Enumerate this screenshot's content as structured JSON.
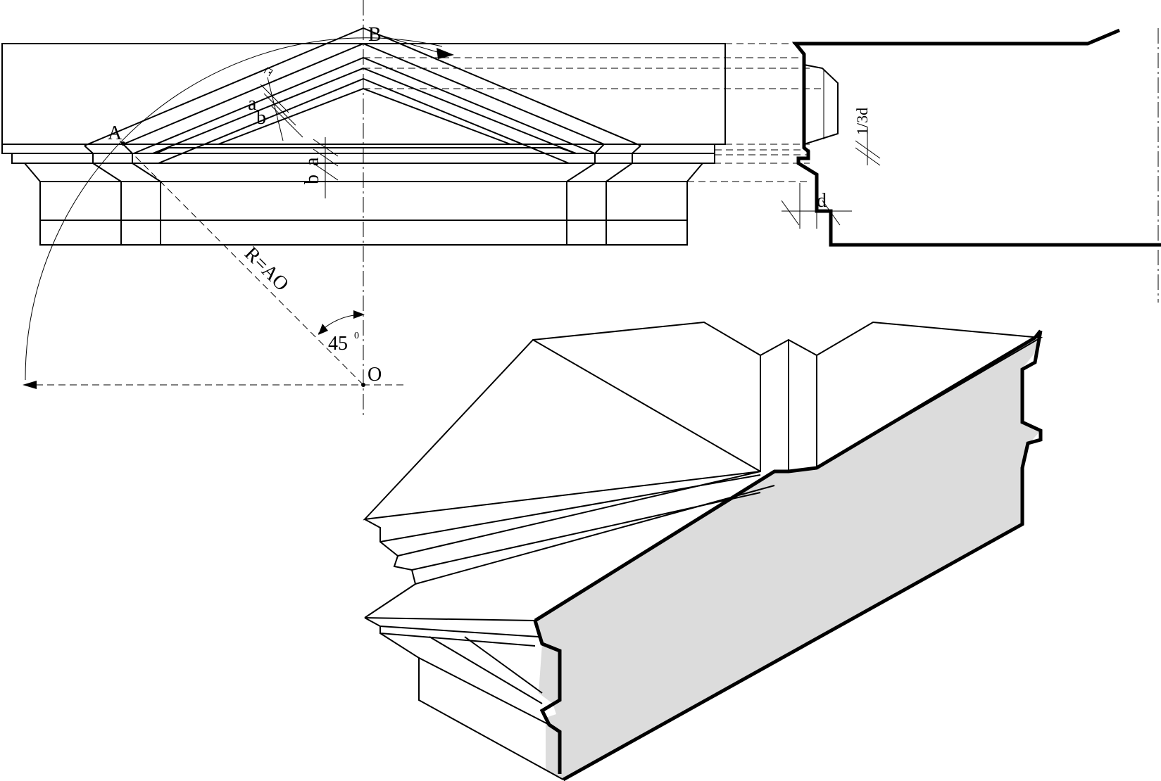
{
  "labels": {
    "point_a": "A",
    "point_b": "B",
    "point_o": "O",
    "dim_a1": "a",
    "dim_b1": "b",
    "dim_b2": "b",
    "dim_a2": "a",
    "third_d": "1/3d",
    "dim_d": "d",
    "radius": "R=AO",
    "angle_value": "45",
    "angle_degree": "0"
  },
  "colors": {
    "line": "#000000",
    "shade": "#dcdcdc",
    "background": "#ffffff"
  }
}
